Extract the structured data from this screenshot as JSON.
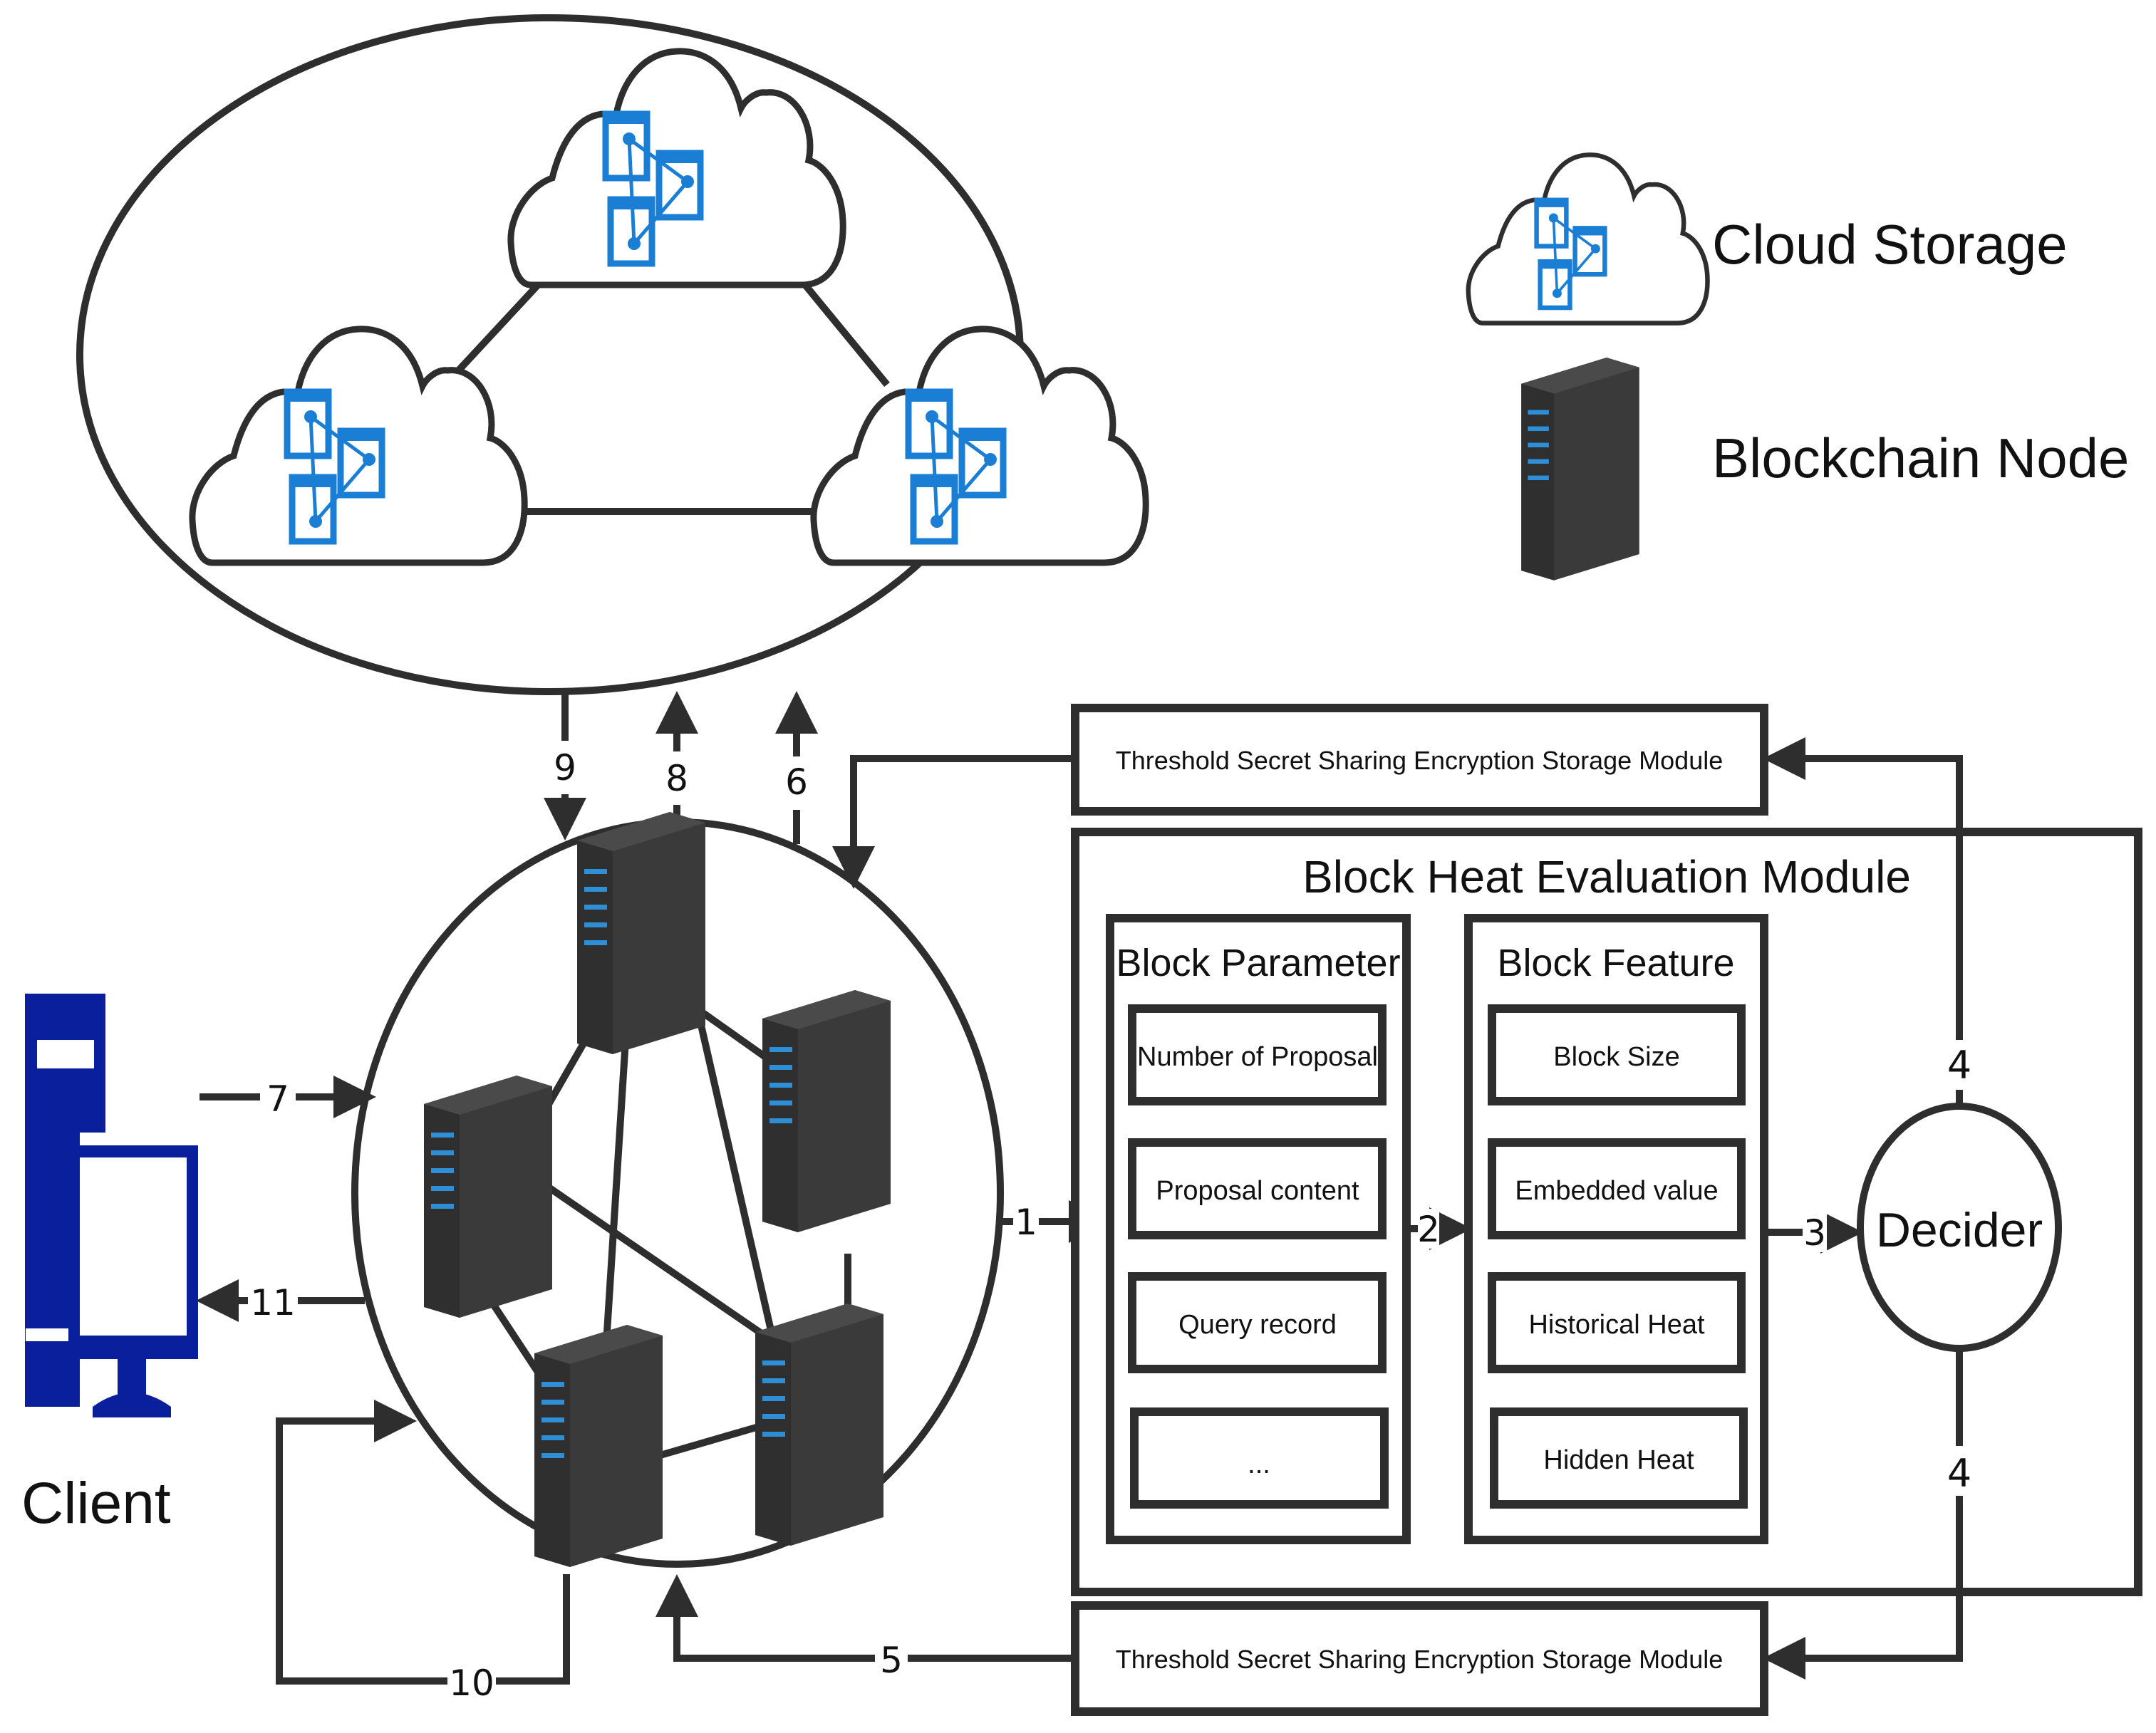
{
  "legend": {
    "cloud_storage": "Cloud Storage",
    "blockchain_node": "Blockchain Node"
  },
  "client": {
    "label": "Client"
  },
  "modules": {
    "tss_top": "Threshold Secret Sharing Encryption Storage Module",
    "tss_bottom": "Threshold Secret Sharing Encryption Storage Module",
    "bhe_title": "Block Heat Evaluation Module",
    "block_parameter": {
      "title": "Block Parameter",
      "items": [
        "Number of Proposal",
        "Proposal content",
        "Query record",
        "..."
      ]
    },
    "block_feature": {
      "title": "Block Feature",
      "items": [
        "Block Size",
        "Embedded value",
        "Historical Heat",
        "Hidden Heat"
      ]
    },
    "decider": "Decider"
  },
  "arrows": {
    "a1": "1",
    "a2": "2",
    "a3": "3",
    "a4_up": "4",
    "a4_down": "4",
    "a5": "5",
    "a6": "6",
    "a7": "7",
    "a8": "8",
    "a9": "9",
    "a10": "10",
    "a11": "11"
  },
  "colors": {
    "cloud_icon_blue": "#1a7fd4",
    "client_blue": "#0a1f9c",
    "server_gray": "#3a3a3a",
    "server_led": "#2e8fd6",
    "line": "#2e2e2e"
  }
}
